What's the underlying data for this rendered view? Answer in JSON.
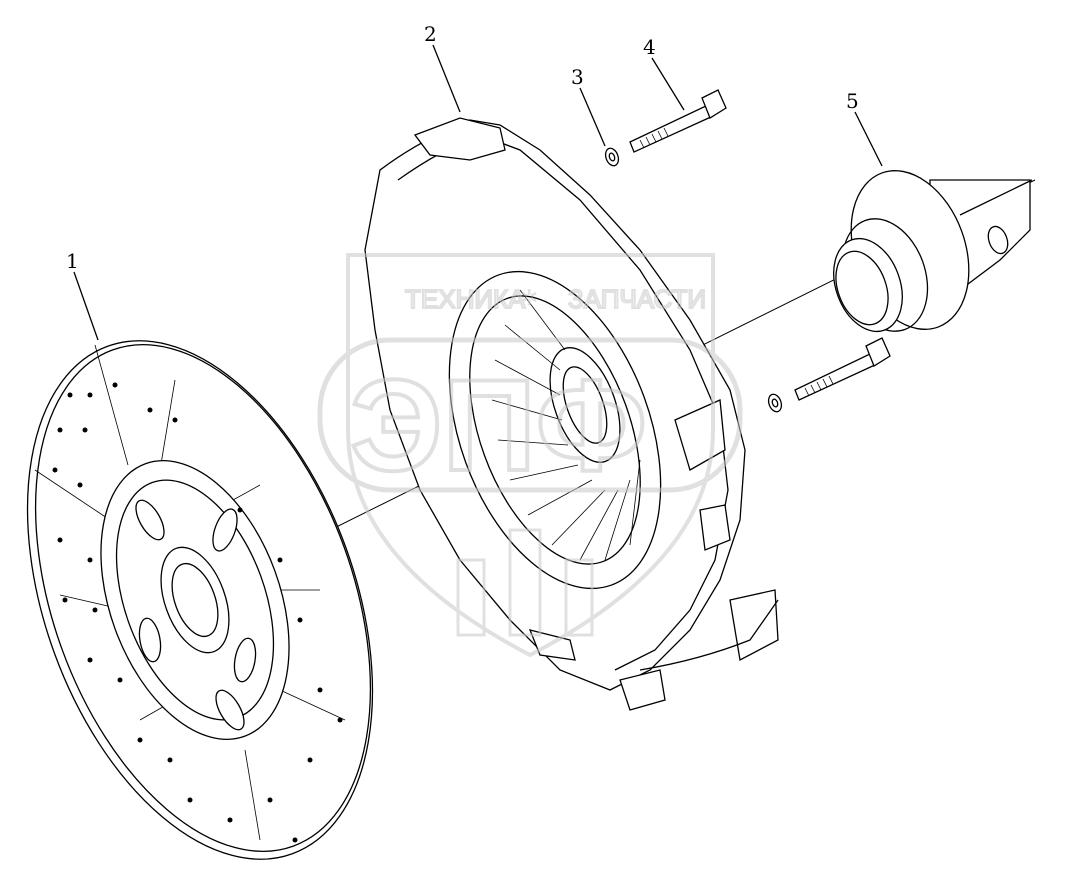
{
  "callouts": [
    {
      "id": "clutch-disc",
      "label": "1"
    },
    {
      "id": "pressure-plate",
      "label": "2"
    },
    {
      "id": "washer",
      "label": "3"
    },
    {
      "id": "bolt",
      "label": "4"
    },
    {
      "id": "release-bearing",
      "label": "5"
    }
  ],
  "watermark": {
    "line1_left": "ТЕХНИКА",
    "line1_right": "ЗАПЧАСТИ",
    "logo": "ЭПФ",
    "color": "#c8c8c8"
  },
  "colors": {
    "line": "#000000",
    "background": "#ffffff"
  }
}
